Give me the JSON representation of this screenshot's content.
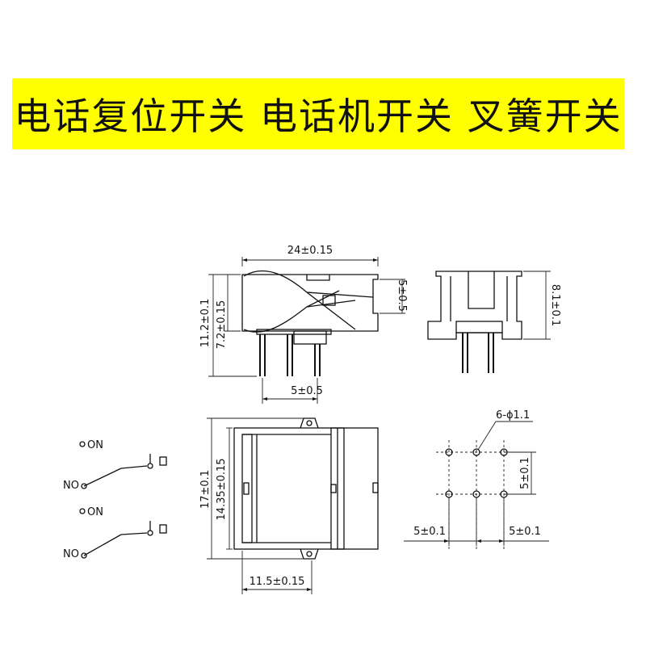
{
  "banner": {
    "title": "电话复位开关 电话机开关 叉簧开关",
    "color": "#ffff00"
  },
  "dimensions": {
    "top_width": "24±0.15",
    "top_height_right": "5±0.5",
    "left_total": "11.2±0.1",
    "left_partial": "7.2±0.15",
    "bottom_pin_pitch": "5±0.5",
    "side_height": "8.1±0.1",
    "holes": "6-ϕ1.1",
    "hole_pitch_v": "5±0.1",
    "hole_pitch_h_left": "5±0.1",
    "hole_pitch_h_right": "5±0.1",
    "bottom_total": "17±0.1",
    "bottom_partial": "14.35±0.15",
    "bottom_width": "11.5±0.15"
  },
  "schematic": {
    "no_label_upper": "ON",
    "no_label_lower": "NO",
    "no_label_upper_2": "ON",
    "no_label_lower_2": "NO"
  }
}
